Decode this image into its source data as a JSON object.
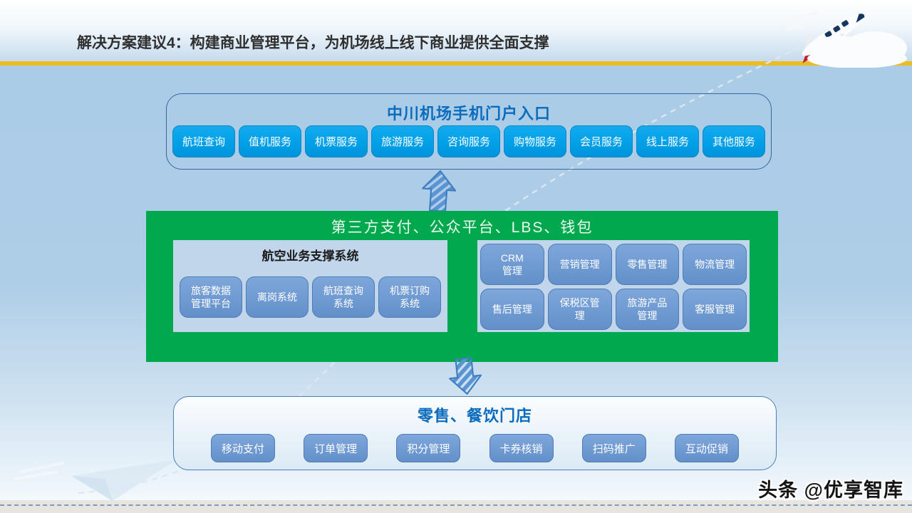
{
  "header": {
    "title": "解决方案建议4：构建商业管理平台，为机场线上线下商业提供全面支撑"
  },
  "portal": {
    "title": "中川机场手机门户入口",
    "buttons": [
      "航班查询",
      "值机服务",
      "机票服务",
      "旅游服务",
      "咨询服务",
      "购物服务",
      "会员服务",
      "线上服务",
      "其他服务"
    ]
  },
  "platform": {
    "title": "第三方支付、公众平台、LBS、钱包",
    "aviation": {
      "title": "航空业务支撑系统",
      "buttons": [
        "旅客数据\n管理平台",
        "离岗系统",
        "航班查询\n系统",
        "机票订购\n系统"
      ]
    },
    "business": {
      "buttons": [
        "CRM\n管理",
        "营销管理",
        "零售管理",
        "物流管理",
        "售后管理",
        "保税区管\n理",
        "旅游产品\n管理",
        "客服管理"
      ]
    }
  },
  "stores": {
    "title": "零售、餐饮门店",
    "buttons": [
      "移动支付",
      "订单管理",
      "积分管理",
      "卡券核销",
      "扫码推广",
      "互动促销"
    ]
  },
  "watermark": "头条 @优享智库",
  "colors": {
    "accent-yellow": "#eebc1f",
    "green": "#00a84e",
    "portal-btn": "#00a0e8",
    "portal-btn-border": "#0c86c4",
    "inner-btn": "#6f9ad2",
    "inner-btn-border": "#4d7cb8",
    "panel-bg": "#c1d6ea",
    "box-border": "#34689e",
    "title-blue": "#0b6bbd"
  }
}
